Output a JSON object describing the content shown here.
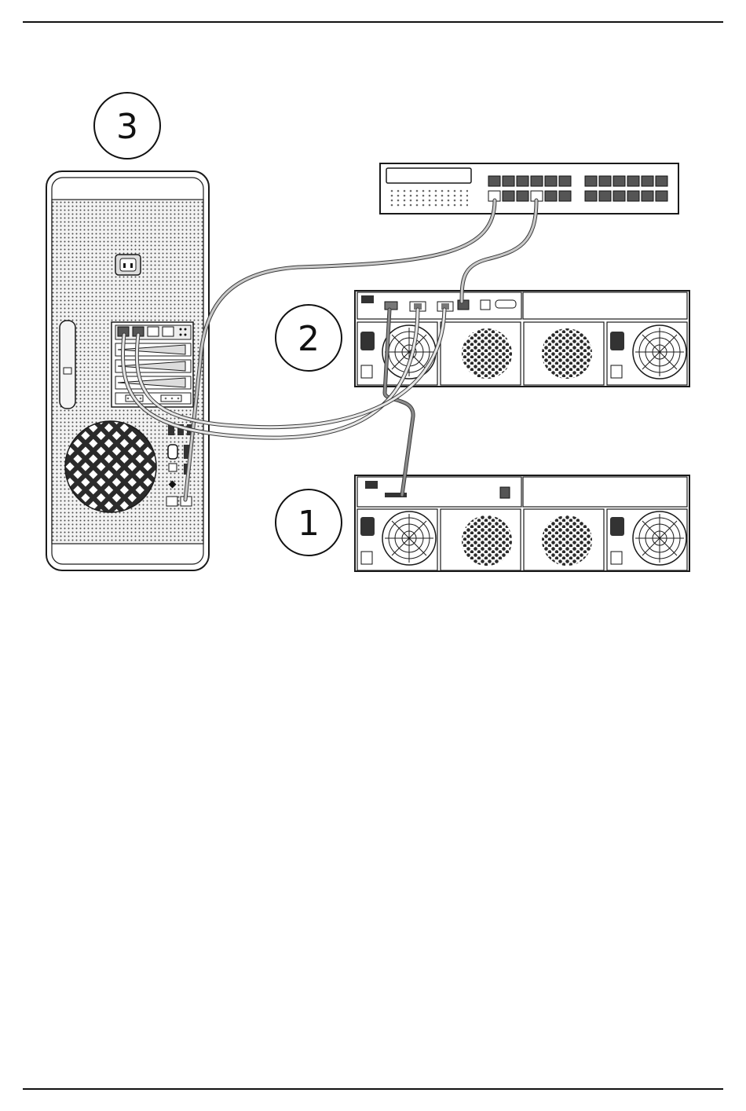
{
  "figure": {
    "callouts": {
      "computer": "3",
      "raid_controller": "2",
      "expansion": "1"
    },
    "colors": {
      "line": "#1a1a1a",
      "body_fill": "#ffffff",
      "panel_fill": "#e9e9e9",
      "cable": "#8c8c8c",
      "cable_outline": "#3a3a3a",
      "port_fill": "#555555",
      "grille_fill": "#2b2b2b"
    }
  }
}
